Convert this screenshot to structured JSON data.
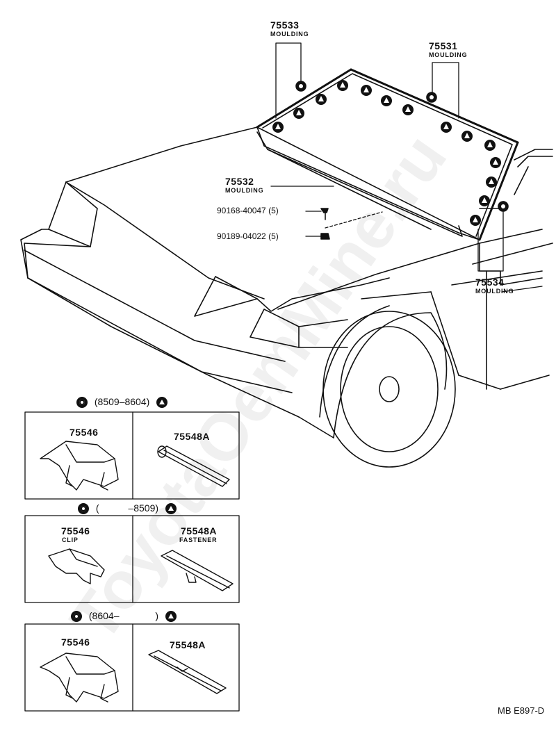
{
  "watermark": "ToyotaOemMine.ru",
  "drawing_code": "MB E897-D",
  "callouts": {
    "p75533": {
      "number": "75533",
      "name": "MOULDING"
    },
    "p75531": {
      "number": "75531",
      "name": "MOULDING"
    },
    "p75532": {
      "number": "75532",
      "name": "MOULDING"
    },
    "p75534": {
      "number": "75534",
      "name": "MOULDING"
    },
    "bolt": {
      "number": "90168-40047",
      "qty": "(5)"
    },
    "nut": {
      "number": "90189-04022",
      "qty": "(5)"
    }
  },
  "sections": [
    {
      "range_open": "(8509–8604)",
      "clip": {
        "number": "75546",
        "name": ""
      },
      "fastener": {
        "number": "75548A",
        "name": ""
      }
    },
    {
      "range_open": "(",
      "range_close": "–8509)",
      "clip": {
        "number": "75546",
        "name": "CLIP"
      },
      "fastener": {
        "number": "75548A",
        "name": "FASTENER"
      }
    },
    {
      "range_open": "(8604–",
      "range_close": ")",
      "clip": {
        "number": "75546",
        "name": ""
      },
      "fastener": {
        "number": "75548A",
        "name": ""
      }
    }
  ]
}
